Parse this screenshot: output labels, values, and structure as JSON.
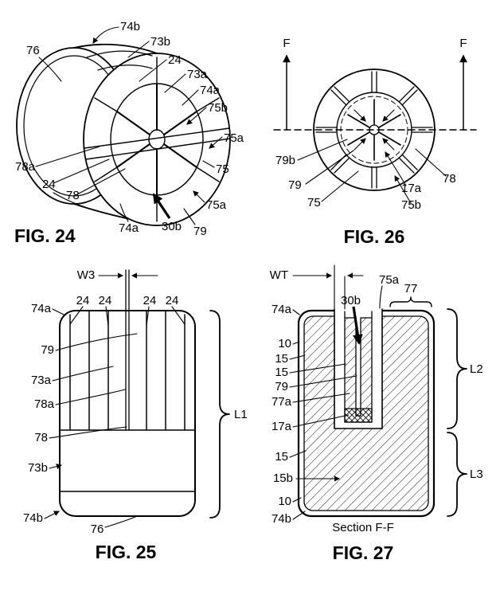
{
  "page": {
    "background": "#ffffff",
    "ink": "#000000"
  },
  "fig24": {
    "caption": "FIG. 24",
    "labels": {
      "n76": "76",
      "n74b": "74b",
      "n73b": "73b",
      "n24_top": "24",
      "n73a": "73a",
      "n74a_top": "74a",
      "n75b": "75b",
      "n75a_right": "75a",
      "n75": "75",
      "n78a": "78a",
      "n24_left": "24",
      "n78": "78",
      "n74a_bottom": "74a",
      "n30b": "30b",
      "n79": "79",
      "n75a_lower": "75a"
    }
  },
  "fig26": {
    "caption": "FIG. 26",
    "labels": {
      "f_left": "F",
      "f_right": "F",
      "n79b": "79b",
      "n79": "79",
      "n75": "75",
      "n17a": "17a",
      "n75b": "75b",
      "n78": "78"
    }
  },
  "fig25": {
    "caption": "FIG. 25",
    "labels": {
      "w3": "W3",
      "n24_1": "24",
      "n24_2": "24",
      "n24_3": "24",
      "n24_4": "24",
      "n74a": "74a",
      "n79": "79",
      "n73a": "73a",
      "n78a": "78a",
      "n78": "78",
      "n73b": "73b",
      "n74b": "74b",
      "n76": "76",
      "l1": "L1"
    }
  },
  "fig27": {
    "caption": "FIG. 27",
    "section": "Section F-F",
    "labels": {
      "wt": "WT",
      "n75a": "75a",
      "n30b": "30b",
      "n77": "77",
      "n74a": "74a",
      "n10_top": "10",
      "n15_1": "15",
      "n15_2": "15",
      "n79": "79",
      "n77a": "77a",
      "n17a": "17a",
      "n15_3": "15",
      "n15b": "15b",
      "n10_bottom": "10",
      "n74b": "74b",
      "l2": "L2",
      "l3": "L3"
    }
  }
}
